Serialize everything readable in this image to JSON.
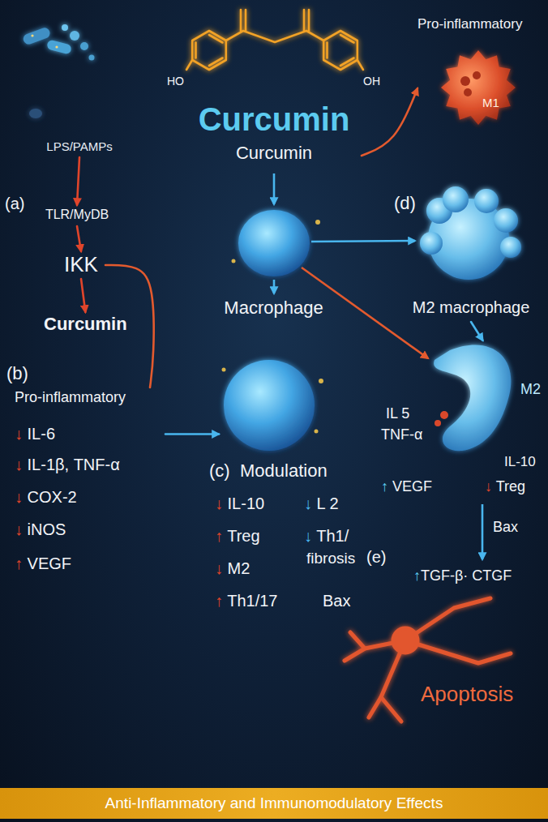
{
  "diagram": {
    "caption": "Anti-Inflammatory and Immunomodulatory Effects",
    "nodes": [
      {
        "text": [
          "Curcumin",
          "Curcumin"
        ]
      },
      {
        "text": [
          "Pro-inflammatory",
          "M1"
        ]
      },
      {
        "text": [
          "LPS/PAMPs"
        ]
      },
      {
        "text": [
          "TLR/MyDB"
        ]
      },
      {
        "text": [
          "IKK"
        ]
      },
      {
        "text": [
          "Curcumin"
        ]
      },
      {
        "text": [
          "M2 macrophage"
        ]
      },
      {
        "text": [
          "Macrophage"
        ]
      },
      {
        "text": [
          "Pro-inflammatory",
          "↓ IL-6",
          "↓ IL-1β, TNF-α",
          "↓ COX-2",
          "↓ iNOS",
          "↑ VEGF"
        ]
      },
      {
        "text": [
          "M2"
        ]
      },
      {
        "text": [
          "Apoptosis"
        ]
      }
    ],
    "edges": [
      {
        "from": 2,
        "to": 3,
        "arrow": "to"
      },
      {
        "from": 3,
        "to": 4,
        "arrow": "to"
      },
      {
        "from": 4,
        "to": 5,
        "arrow": "to"
      },
      {
        "from": 4,
        "to": 8,
        "arrow": "none"
      },
      {
        "from": 8,
        "to": 7,
        "arrow": "to"
      },
      {
        "from": 0,
        "to": 1,
        "arrow": "to"
      },
      {
        "from": 6,
        "to": 9,
        "arrow": "to"
      }
    ],
    "labels": [
      "HO",
      "OH",
      "(a)",
      "(b)",
      "(c)",
      "Modulation",
      "↓ IL-10",
      "↓ L 2",
      "↑ Treg",
      "↓ Th1/",
      "fibrosis",
      "(e)",
      "↓ M2",
      "↑ Th1/17",
      "Bax",
      "(d)",
      "IL 5",
      "TNF-α",
      "IL-10",
      "↑ VEGF",
      "↓ Treg",
      "Bax",
      "↑TGF-β· CTGF"
    ]
  }
}
